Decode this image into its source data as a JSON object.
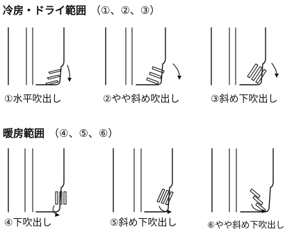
{
  "cooling_section": {
    "title": "冷房・ドライ範囲",
    "refs": "（①、②、③）",
    "diagrams": [
      {
        "caption": "①水平吹出し"
      },
      {
        "caption": "②やや斜め吹出し"
      },
      {
        "caption": "③斜め下吹出し"
      }
    ]
  },
  "heating_section": {
    "title": "暖房範囲",
    "refs": "（④、⑤、⑥）",
    "diagrams": [
      {
        "caption": "④下吹出し"
      },
      {
        "caption": "⑤斜め下吹出し"
      },
      {
        "caption": "⑥やや斜め下吹出し"
      }
    ]
  }
}
